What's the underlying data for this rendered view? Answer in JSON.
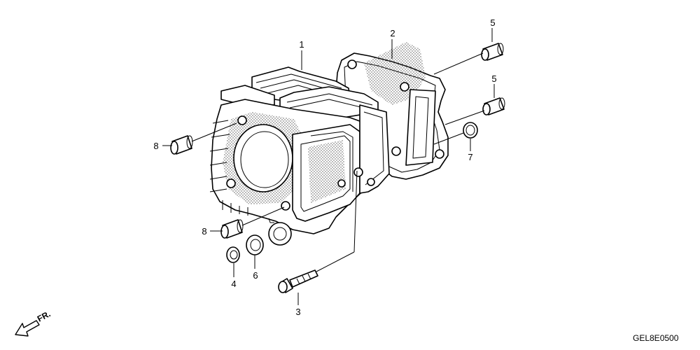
{
  "diagram_code": "GEL8E0500",
  "direction_label": "FR.",
  "callouts": [
    "1",
    "2",
    "5",
    "5",
    "8",
    "7",
    "8",
    "4",
    "6",
    "3"
  ],
  "parts_by_callout": {
    "1": "cylinder",
    "2": "cylinder-base-gasket",
    "3": "flange-bolt",
    "4": "washer",
    "5": "dowel-pin",
    "6": "washer",
    "7": "o-ring",
    "8": "dowel-pin"
  }
}
